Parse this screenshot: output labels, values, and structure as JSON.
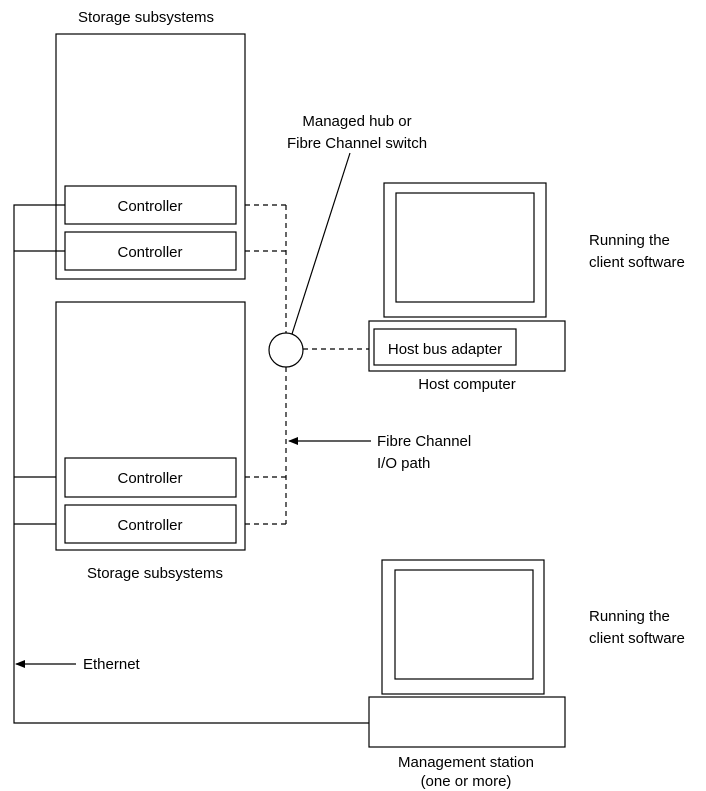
{
  "labels": {
    "storage_top": "Storage subsystems",
    "storage_bottom": "Storage subsystems",
    "controller": "Controller",
    "hub_line1": "Managed hub or",
    "hub_line2": "Fibre Channel switch",
    "running1_line1": "Running the",
    "running1_line2": "client software",
    "running2_line1": "Running the",
    "running2_line2": "client software",
    "host_bus_adapter": "Host bus adapter",
    "host_computer": "Host computer",
    "fc_line1": "Fibre Channel",
    "fc_line2": "I/O path",
    "ethernet": "Ethernet",
    "mgmt_line1": "Management station",
    "mgmt_line2": "(one or more)"
  }
}
